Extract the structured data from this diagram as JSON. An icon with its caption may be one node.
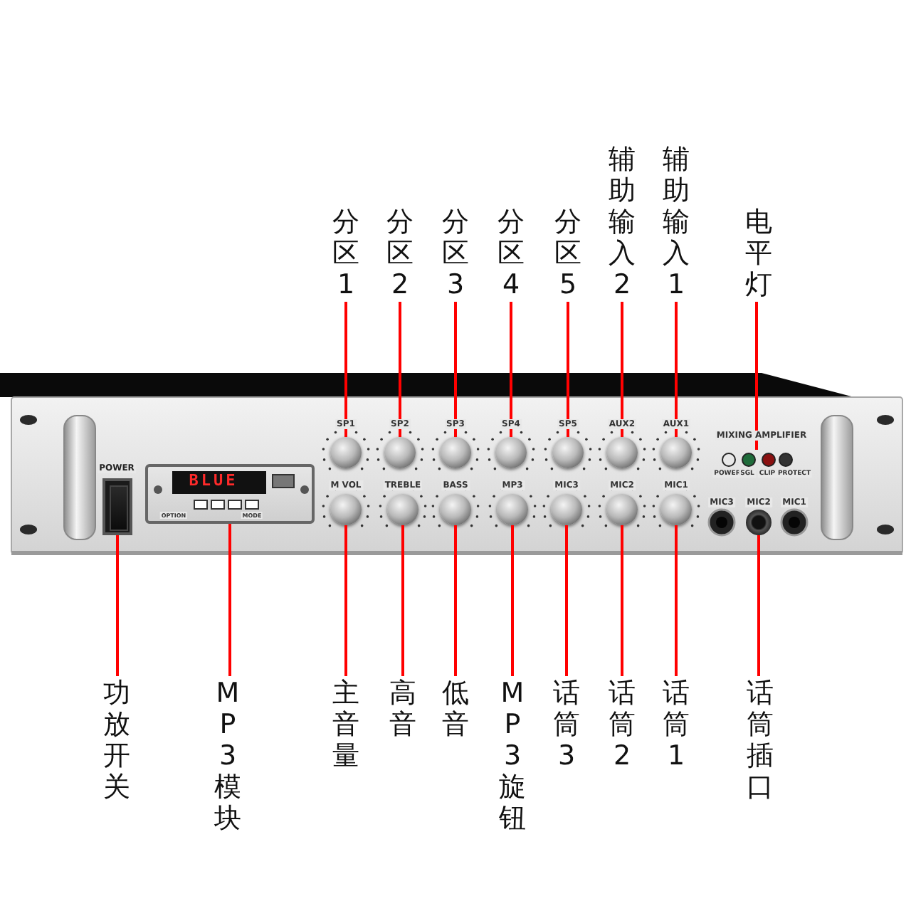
{
  "diagram": {
    "nodes": [
      {
        "text": [
          "分区1"
        ]
      },
      {
        "text": [
          "分区2"
        ]
      },
      {
        "text": [
          "分区3"
        ]
      },
      {
        "text": [
          "分区4"
        ]
      },
      {
        "text": [
          "分区5"
        ]
      },
      {
        "text": [
          "辅助输入2"
        ]
      },
      {
        "text": [
          "辅助输入1"
        ]
      },
      {
        "text": [
          "电平灯"
        ]
      },
      {
        "text": [
          "功放开关"
        ]
      },
      {
        "text": [
          "MP3模块"
        ]
      },
      {
        "text": [
          "主音量"
        ]
      },
      {
        "text": [
          "高音"
        ]
      },
      {
        "text": [
          "低音"
        ]
      },
      {
        "text": [
          "MP3旋钮"
        ]
      },
      {
        "text": [
          "话筒3"
        ]
      },
      {
        "text": [
          "话筒2"
        ]
      },
      {
        "text": [
          "话筒1"
        ]
      },
      {
        "text": [
          "话筒插口"
        ]
      },
      {
        "text": [],
        "shape": "circle"
      },
      {
        "text": [],
        "shape": "circle"
      },
      {
        "text": [],
        "shape": "circle"
      },
      {
        "text": [],
        "shape": "circle"
      },
      {
        "text": [],
        "shape": "circle"
      },
      {
        "text": [],
        "shape": "circle"
      },
      {
        "text": [],
        "shape": "circle"
      },
      {
        "text": [],
        "shape": "box"
      },
      {
        "text": [],
        "shape": "box"
      },
      {
        "text": [],
        "shape": "box"
      },
      {
        "text": [],
        "shape": "circle"
      },
      {
        "text": [],
        "shape": "circle"
      },
      {
        "text": [],
        "shape": "circle"
      },
      {
        "text": [],
        "shape": "circle"
      },
      {
        "text": [],
        "shape": "circle"
      },
      {
        "text": [],
        "shape": "circle"
      },
      {
        "text": [],
        "shape": "circle"
      },
      {
        "text": [],
        "shape": "circle"
      }
    ],
    "edges": [
      {
        "from": 0,
        "to": 18,
        "arrow": "none"
      },
      {
        "from": 1,
        "to": 19,
        "arrow": "none"
      },
      {
        "from": 2,
        "to": 20,
        "arrow": "none"
      },
      {
        "from": 3,
        "to": 21,
        "arrow": "none"
      },
      {
        "from": 4,
        "to": 22,
        "arrow": "none"
      },
      {
        "from": 5,
        "to": 23,
        "arrow": "none"
      },
      {
        "from": 6,
        "to": 24,
        "arrow": "none"
      },
      {
        "from": 7,
        "to": 25,
        "arrow": "none"
      },
      {
        "from": 8,
        "to": 26,
        "arrow": "none"
      },
      {
        "from": 9,
        "to": 27,
        "arrow": "none"
      },
      {
        "from": 10,
        "to": 28,
        "arrow": "none"
      },
      {
        "from": 11,
        "to": 29,
        "arrow": "none"
      },
      {
        "from": 12,
        "to": 30,
        "arrow": "none"
      },
      {
        "from": 13,
        "to": 31,
        "arrow": "none"
      },
      {
        "from": 14,
        "to": 32,
        "arrow": "none"
      },
      {
        "from": 15,
        "to": 33,
        "arrow": "none"
      },
      {
        "from": 16,
        "to": 34,
        "arrow": "none"
      },
      {
        "from": 17,
        "to": 35,
        "arrow": "none"
      }
    ],
    "labels": [
      "SP1",
      "SP2",
      "SP3",
      "SP4",
      "SP5",
      "AUX2",
      "AUX1",
      "MIXING AMPLIFIER",
      "POWER",
      "BLUE",
      "POWER",
      "SGL",
      "CLIP",
      "PROTECT",
      "OPTION",
      "MODE",
      "M VOL",
      "TREBLE",
      "BASS",
      "MP3",
      "MIC3",
      "MIC2",
      "MIC1",
      "MIC3",
      "MIC2",
      "MIC1"
    ]
  }
}
